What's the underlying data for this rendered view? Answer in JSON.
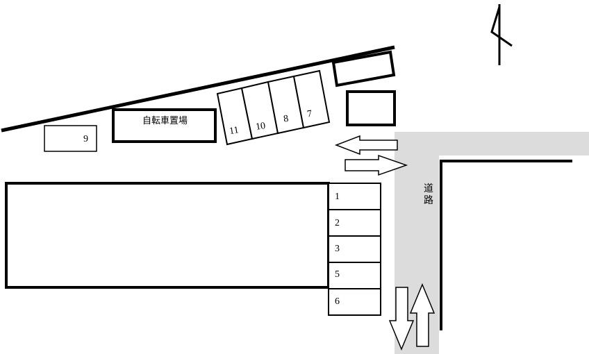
{
  "labels": {
    "bicycle_parking": "自転車置場",
    "road_char_1": "道",
    "road_char_2": "路"
  },
  "spaces": {
    "s1": "1",
    "s2": "2",
    "s3": "3",
    "s5": "5",
    "s6": "6",
    "s7": "7",
    "s8": "8",
    "s9": "9",
    "s10": "10",
    "s11": "11"
  },
  "colors": {
    "road": "#dcdcdc",
    "line": "#000000",
    "background": "#ffffff"
  },
  "icons": {
    "north_arrow": "north-arrow-icon",
    "traffic_arrows": "traffic-direction-arrows"
  }
}
